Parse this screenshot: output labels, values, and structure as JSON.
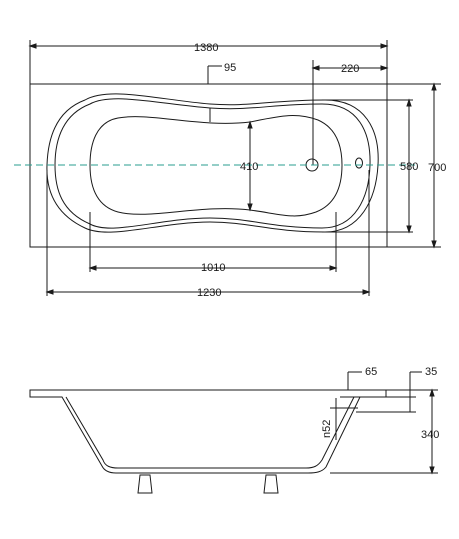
{
  "plan": {
    "width_top": "1380",
    "offset_top": "95",
    "drain_offset": "220",
    "inner_width": "410",
    "height_580": "580",
    "height_700": "700",
    "bottom_1010": "1010",
    "bottom_1230": "1230"
  },
  "section": {
    "rim_65": "65",
    "rim_35": "35",
    "depth_340": "340",
    "n52": "n52"
  },
  "colors": {
    "line": "#1a1a1a",
    "axis": "#2a9d8f",
    "background": "#ffffff"
  }
}
